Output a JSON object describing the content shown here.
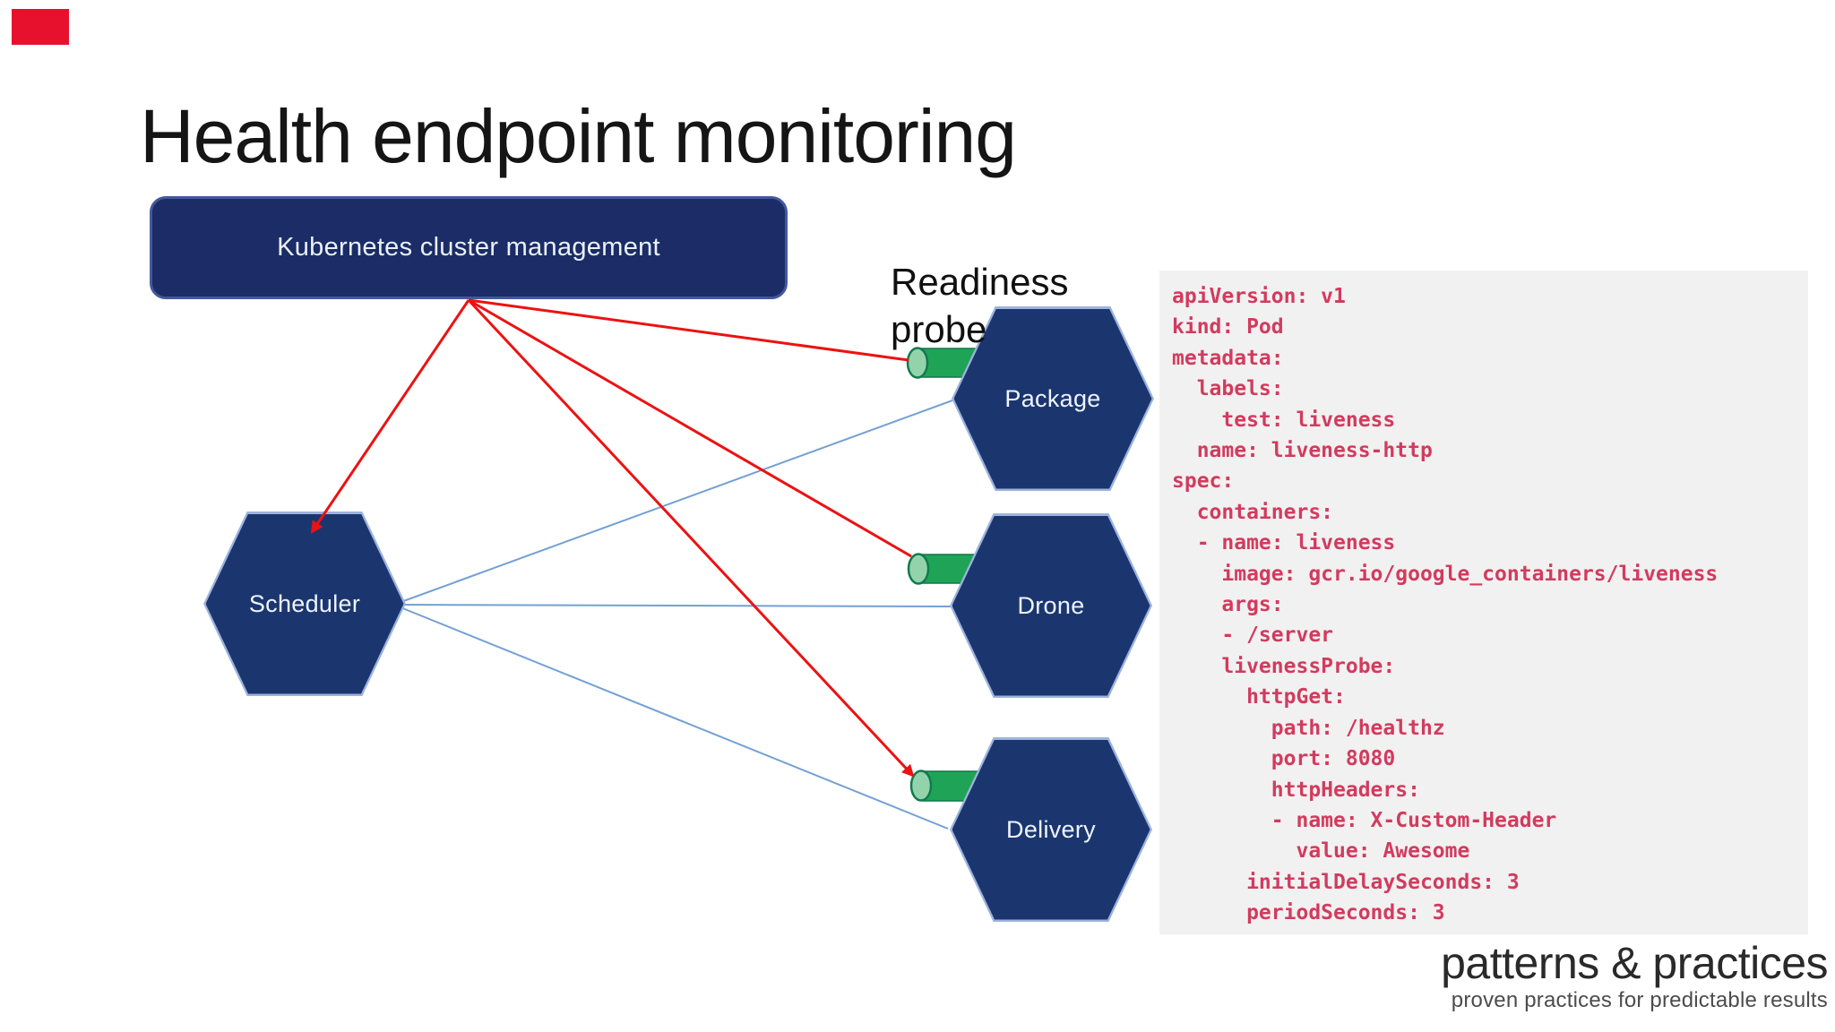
{
  "slide": {
    "title": "Health endpoint monitoring",
    "badge_color": "#e8112d",
    "background": "#ffffff"
  },
  "diagram": {
    "manager": {
      "label": "Kubernetes cluster management",
      "fill": "#1b2c66",
      "border": "#44589a"
    },
    "probe_label": [
      "Readiness",
      "probe"
    ],
    "nodes": [
      {
        "label": "Scheduler"
      },
      {
        "label": "Package"
      },
      {
        "label": "Drone"
      },
      {
        "label": "Delivery"
      }
    ],
    "node_fill": "#1b366f",
    "node_edge": "#9db3de",
    "probe_body_color": "#1fa457",
    "probe_cap_color": "#93d3ac",
    "arrow_color": "#ec1212",
    "link_color": "#74a0d4",
    "connections": {
      "red_arrows_from": "Kubernetes cluster management",
      "red_arrow_targets": [
        "Scheduler",
        "Package probe",
        "Drone probe",
        "Delivery probe"
      ],
      "blue_lines_from": "Scheduler",
      "blue_line_targets": [
        "Package",
        "Drone",
        "Delivery"
      ]
    }
  },
  "code_panel": {
    "background": "#f2f1f1",
    "text_color": "#d23b5e",
    "lines": [
      "apiVersion: v1",
      "kind: Pod",
      "metadata:",
      "  labels:",
      "    test: liveness",
      "  name: liveness-http",
      "spec:",
      "  containers:",
      "  - name: liveness",
      "    image: gcr.io/google_containers/liveness",
      "    args:",
      "    - /server",
      "    livenessProbe:",
      "      httpGet:",
      "        path: /healthz",
      "        port: 8080",
      "        httpHeaders:",
      "        - name: X-Custom-Header",
      "          value: Awesome",
      "      initialDelaySeconds: 3",
      "      periodSeconds: 3"
    ]
  },
  "footer": {
    "brand": "patterns & practices",
    "tagline": "proven practices for predictable results"
  }
}
